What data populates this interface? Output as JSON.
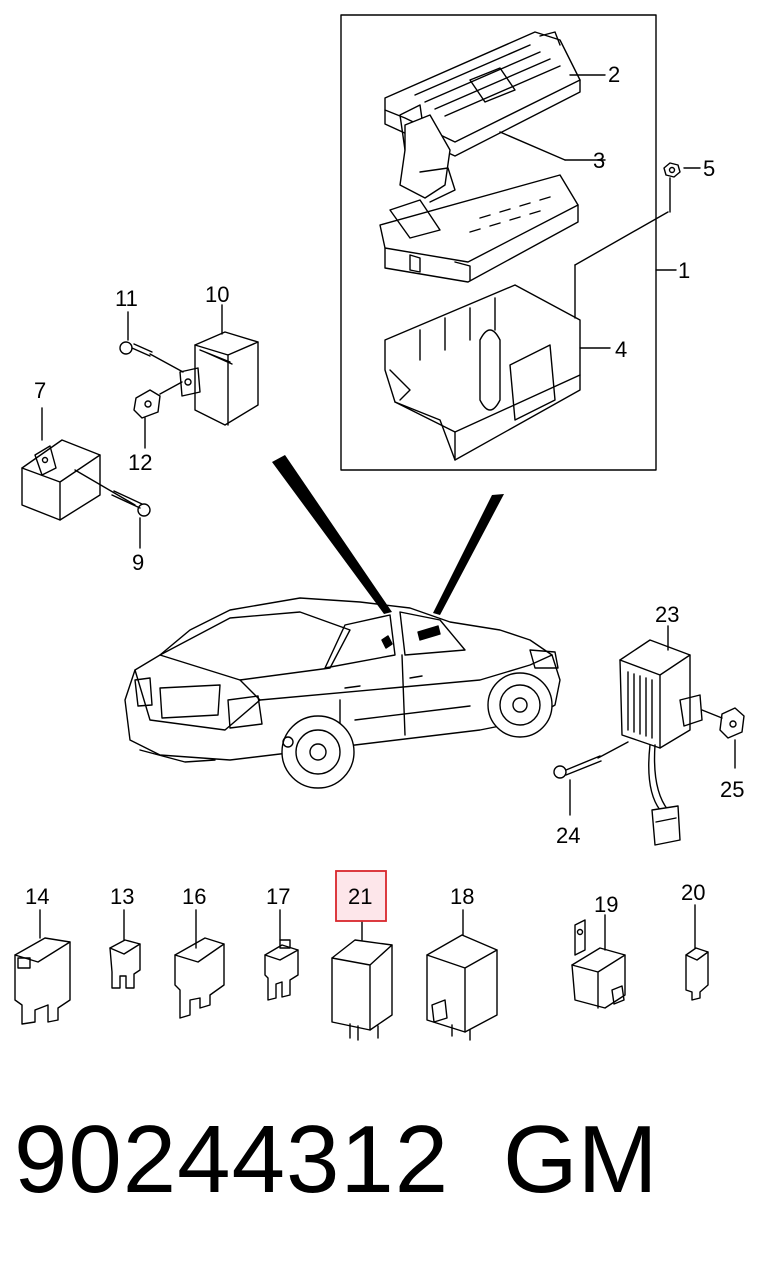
{
  "callouts": {
    "c1": "1",
    "c2": "2",
    "c3": "3",
    "c4": "4",
    "c5": "5",
    "c7": "7",
    "c9": "9",
    "c10": "10",
    "c11": "11",
    "c12": "12",
    "c13": "13",
    "c14": "14",
    "c16": "16",
    "c17": "17",
    "c18": "18",
    "c19": "19",
    "c20": "20",
    "c21": "21",
    "c23": "23",
    "c24": "24",
    "c25": "25"
  },
  "highlighted_callout": "21",
  "colors": {
    "highlight_border": "#d9262c",
    "highlight_fill": "#fde6ea",
    "line": "#000000"
  },
  "footer": {
    "part_number": "90244312",
    "brand": "GM"
  }
}
